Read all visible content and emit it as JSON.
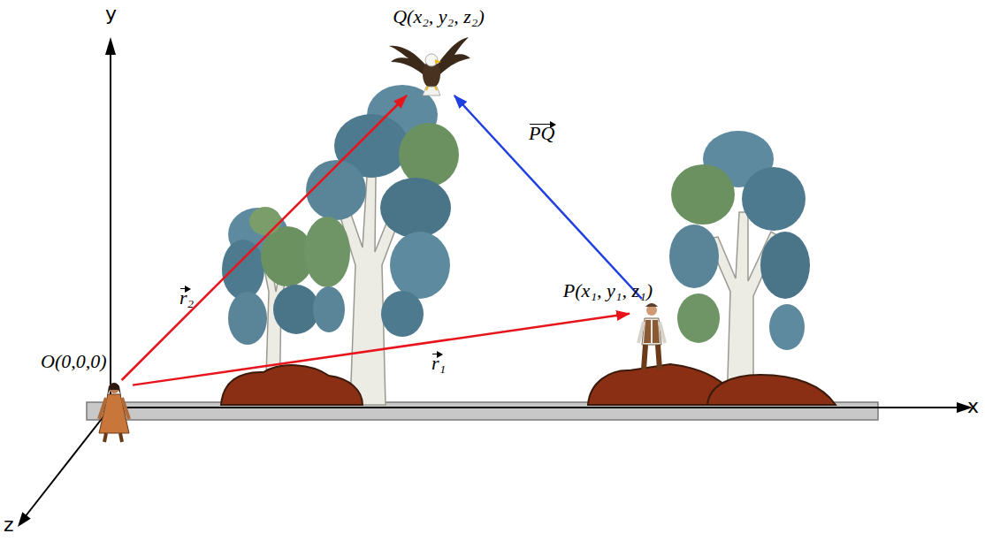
{
  "diagram": {
    "nodes": [
      {
        "text": [
          "O(0,0,0)"
        ]
      },
      {
        "text": [
          "P(x₁, y₁, z₁)"
        ]
      },
      {
        "text": [
          "Q(x₂, y₂, z₂)"
        ]
      }
    ],
    "edges": [
      {
        "from": 0,
        "to": 1,
        "arrow": "to",
        "label": "r₁"
      },
      {
        "from": 0,
        "to": 2,
        "arrow": "to",
        "label": "r₂"
      },
      {
        "from": 1,
        "to": 2,
        "arrow": "to",
        "label": "PQ"
      }
    ],
    "labels": [
      "y",
      "x",
      "z"
    ]
  }
}
